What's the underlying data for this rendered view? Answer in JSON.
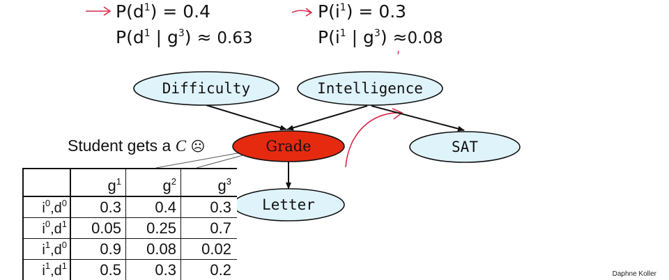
{
  "equations": {
    "p_d1": {
      "var": "d",
      "sup": "1",
      "value": "0.4"
    },
    "p_d1_given_g3": {
      "var": "d",
      "sup": "1",
      "cond_var": "g",
      "cond_sup": "3",
      "value": "0.63"
    },
    "p_i1": {
      "var": "i",
      "sup": "1",
      "value": "0.3"
    },
    "p_i1_given_g3": {
      "var": "i",
      "sup": "1",
      "cond_var": "g",
      "cond_sup": "3",
      "value": "0.08"
    }
  },
  "nodes": {
    "difficulty": "Difficulty",
    "intelligence": "Intelligence",
    "grade": "Grade",
    "sat": "SAT",
    "letter": "Letter"
  },
  "caption": {
    "text": "Student gets a ",
    "grade": "C",
    "emoji": "☹"
  },
  "cpd_table": {
    "columns": [
      {
        "var": "g",
        "sup": "1"
      },
      {
        "var": "g",
        "sup": "2"
      },
      {
        "var": "g",
        "sup": "3"
      }
    ],
    "rows": [
      {
        "i": "0",
        "d": "0",
        "values": [
          "0.3",
          "0.4",
          "0.3"
        ]
      },
      {
        "i": "0",
        "d": "1",
        "values": [
          "0.05",
          "0.25",
          "0.7"
        ]
      },
      {
        "i": "1",
        "d": "0",
        "values": [
          "0.9",
          "0.08",
          "0.02"
        ]
      },
      {
        "i": "1",
        "d": "1",
        "values": [
          "0.5",
          "0.3",
          "0.2"
        ]
      }
    ]
  },
  "credit": "Daphne Koller",
  "colors": {
    "node_fill": "#dff3fb",
    "grade_fill": "#e62a10",
    "annotation": "#d62a4a"
  }
}
